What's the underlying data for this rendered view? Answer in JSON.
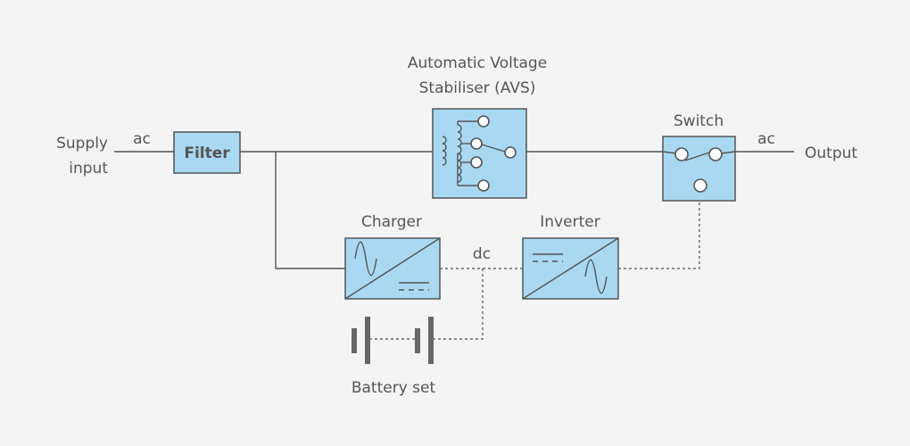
{
  "supply_input": {
    "line1": "Supply",
    "line2": "input"
  },
  "ac_in": "ac",
  "filter": "Filter",
  "avs": {
    "line1": "Automatic Voltage",
    "line2": "Stabiliser (AVS)"
  },
  "switch": "Switch",
  "ac_out": "ac",
  "output": "Output",
  "charger": "Charger",
  "inverter": "Inverter",
  "dc": "dc",
  "battery": "Battery set"
}
